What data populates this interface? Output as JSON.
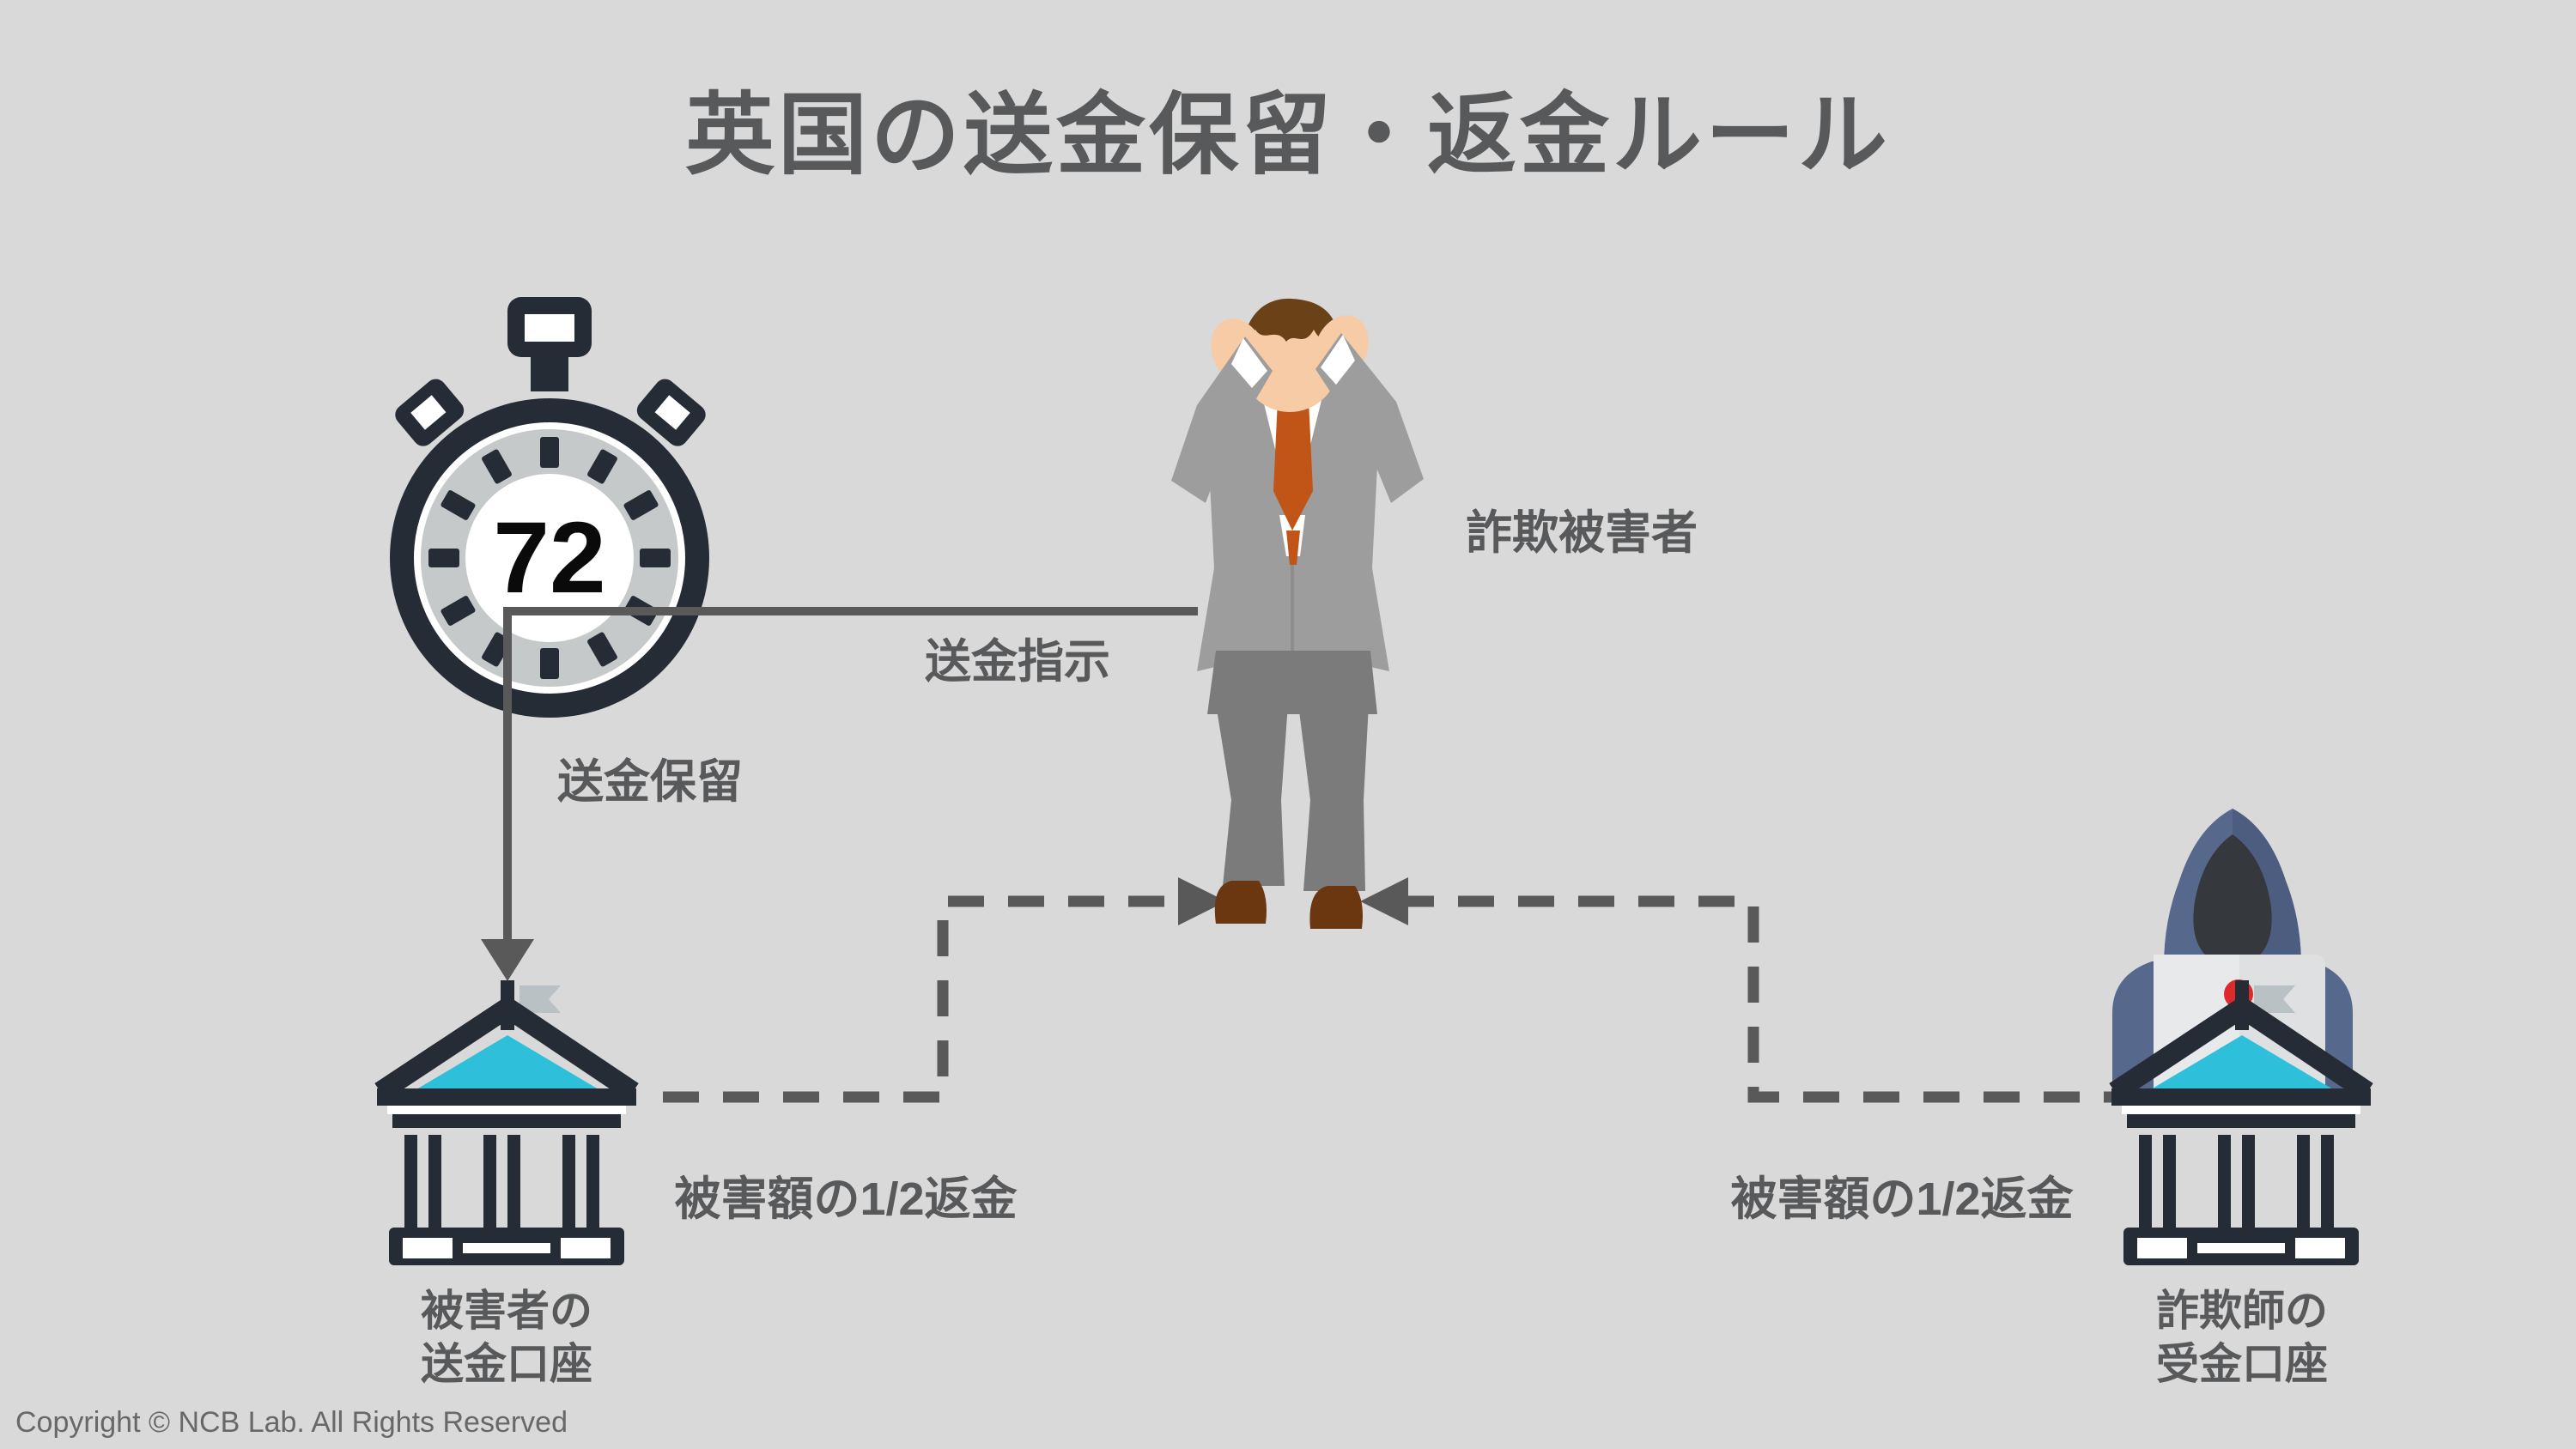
{
  "title": "英国の送金保留・返金ルール",
  "stopwatch": {
    "value": "72",
    "unit_hint": ""
  },
  "labels": {
    "payment_instruction": "送金指示",
    "payment_hold": "送金保留",
    "fraud_victim": "詐欺被害者",
    "refund_half_left": "被害額の1/2返金",
    "refund_half_right": "被害額の1/2返金"
  },
  "banks": {
    "victim": {
      "caption_line1": "被害者の",
      "caption_line2": "送金口座"
    },
    "fraudster": {
      "caption_line1": "詐欺師の",
      "caption_line2": "受金口座"
    }
  },
  "footer": {
    "copyright": "Copyright © NCB Lab. All Rights Reserved"
  },
  "icons": {
    "stopwatch": "stopwatch-icon",
    "victim_person": "distressed-businessman-icon",
    "fraudster_person": "hooded-fraudster-icon",
    "bank": "bank-building-icon",
    "flag": "bank-flag-icon",
    "down_arrow": "down-arrow-icon",
    "left_arrow": "left-arrowhead-icon",
    "right_arrow": "right-arrowhead-icon"
  },
  "colors": {
    "background": "#d9d9d9",
    "text_gray": "#58595b",
    "line_gray": "#595959",
    "charcoal": "#252c35",
    "cyan": "#2ec0da",
    "tick_ring": "#c6c9ca",
    "suit_gray": "#9d9d9d",
    "trouser_gray": "#7c7b7b",
    "skin": "#f6cba6",
    "hair_brown": "#6b4118",
    "tie_orange": "#c05517",
    "shoe_brown": "#6a3711",
    "hoodie_slate": "#57688d",
    "hoodie_dark": "#4c5d80",
    "laptop_gray": "#e8e9ea",
    "red_dot": "#dd2b2b",
    "flag_gray": "#b9c1c5"
  }
}
